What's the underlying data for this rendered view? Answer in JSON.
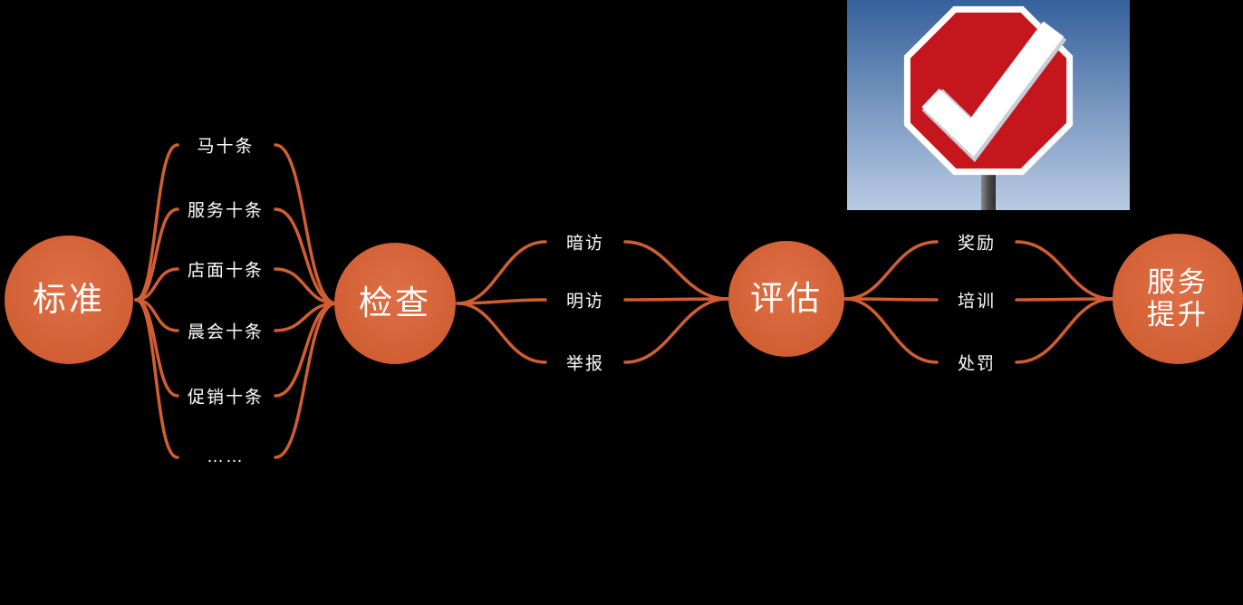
{
  "diagram": {
    "nodes": [
      {
        "label": "标准"
      },
      {
        "label": "检查"
      },
      {
        "label": "评估"
      },
      {
        "lines": [
          "服务",
          "提升"
        ]
      }
    ],
    "groups": [
      {
        "items": [
          "马十条",
          "服务十条",
          "店面十条",
          "晨会十条",
          "促销十条",
          "……"
        ]
      },
      {
        "items": [
          "暗访",
          "明访",
          "举报"
        ]
      },
      {
        "items": [
          "奖励",
          "培训",
          "处罚"
        ]
      }
    ],
    "sign": {
      "meaning": "approved-check-stop-sign"
    },
    "colors": {
      "accent": "#D15E33",
      "sign_red": "#C5161D",
      "sign_sky_top": "#35619C",
      "sign_sky_bottom": "#B9CBE3",
      "background": "#000000",
      "text": "#FFFFFF"
    }
  }
}
